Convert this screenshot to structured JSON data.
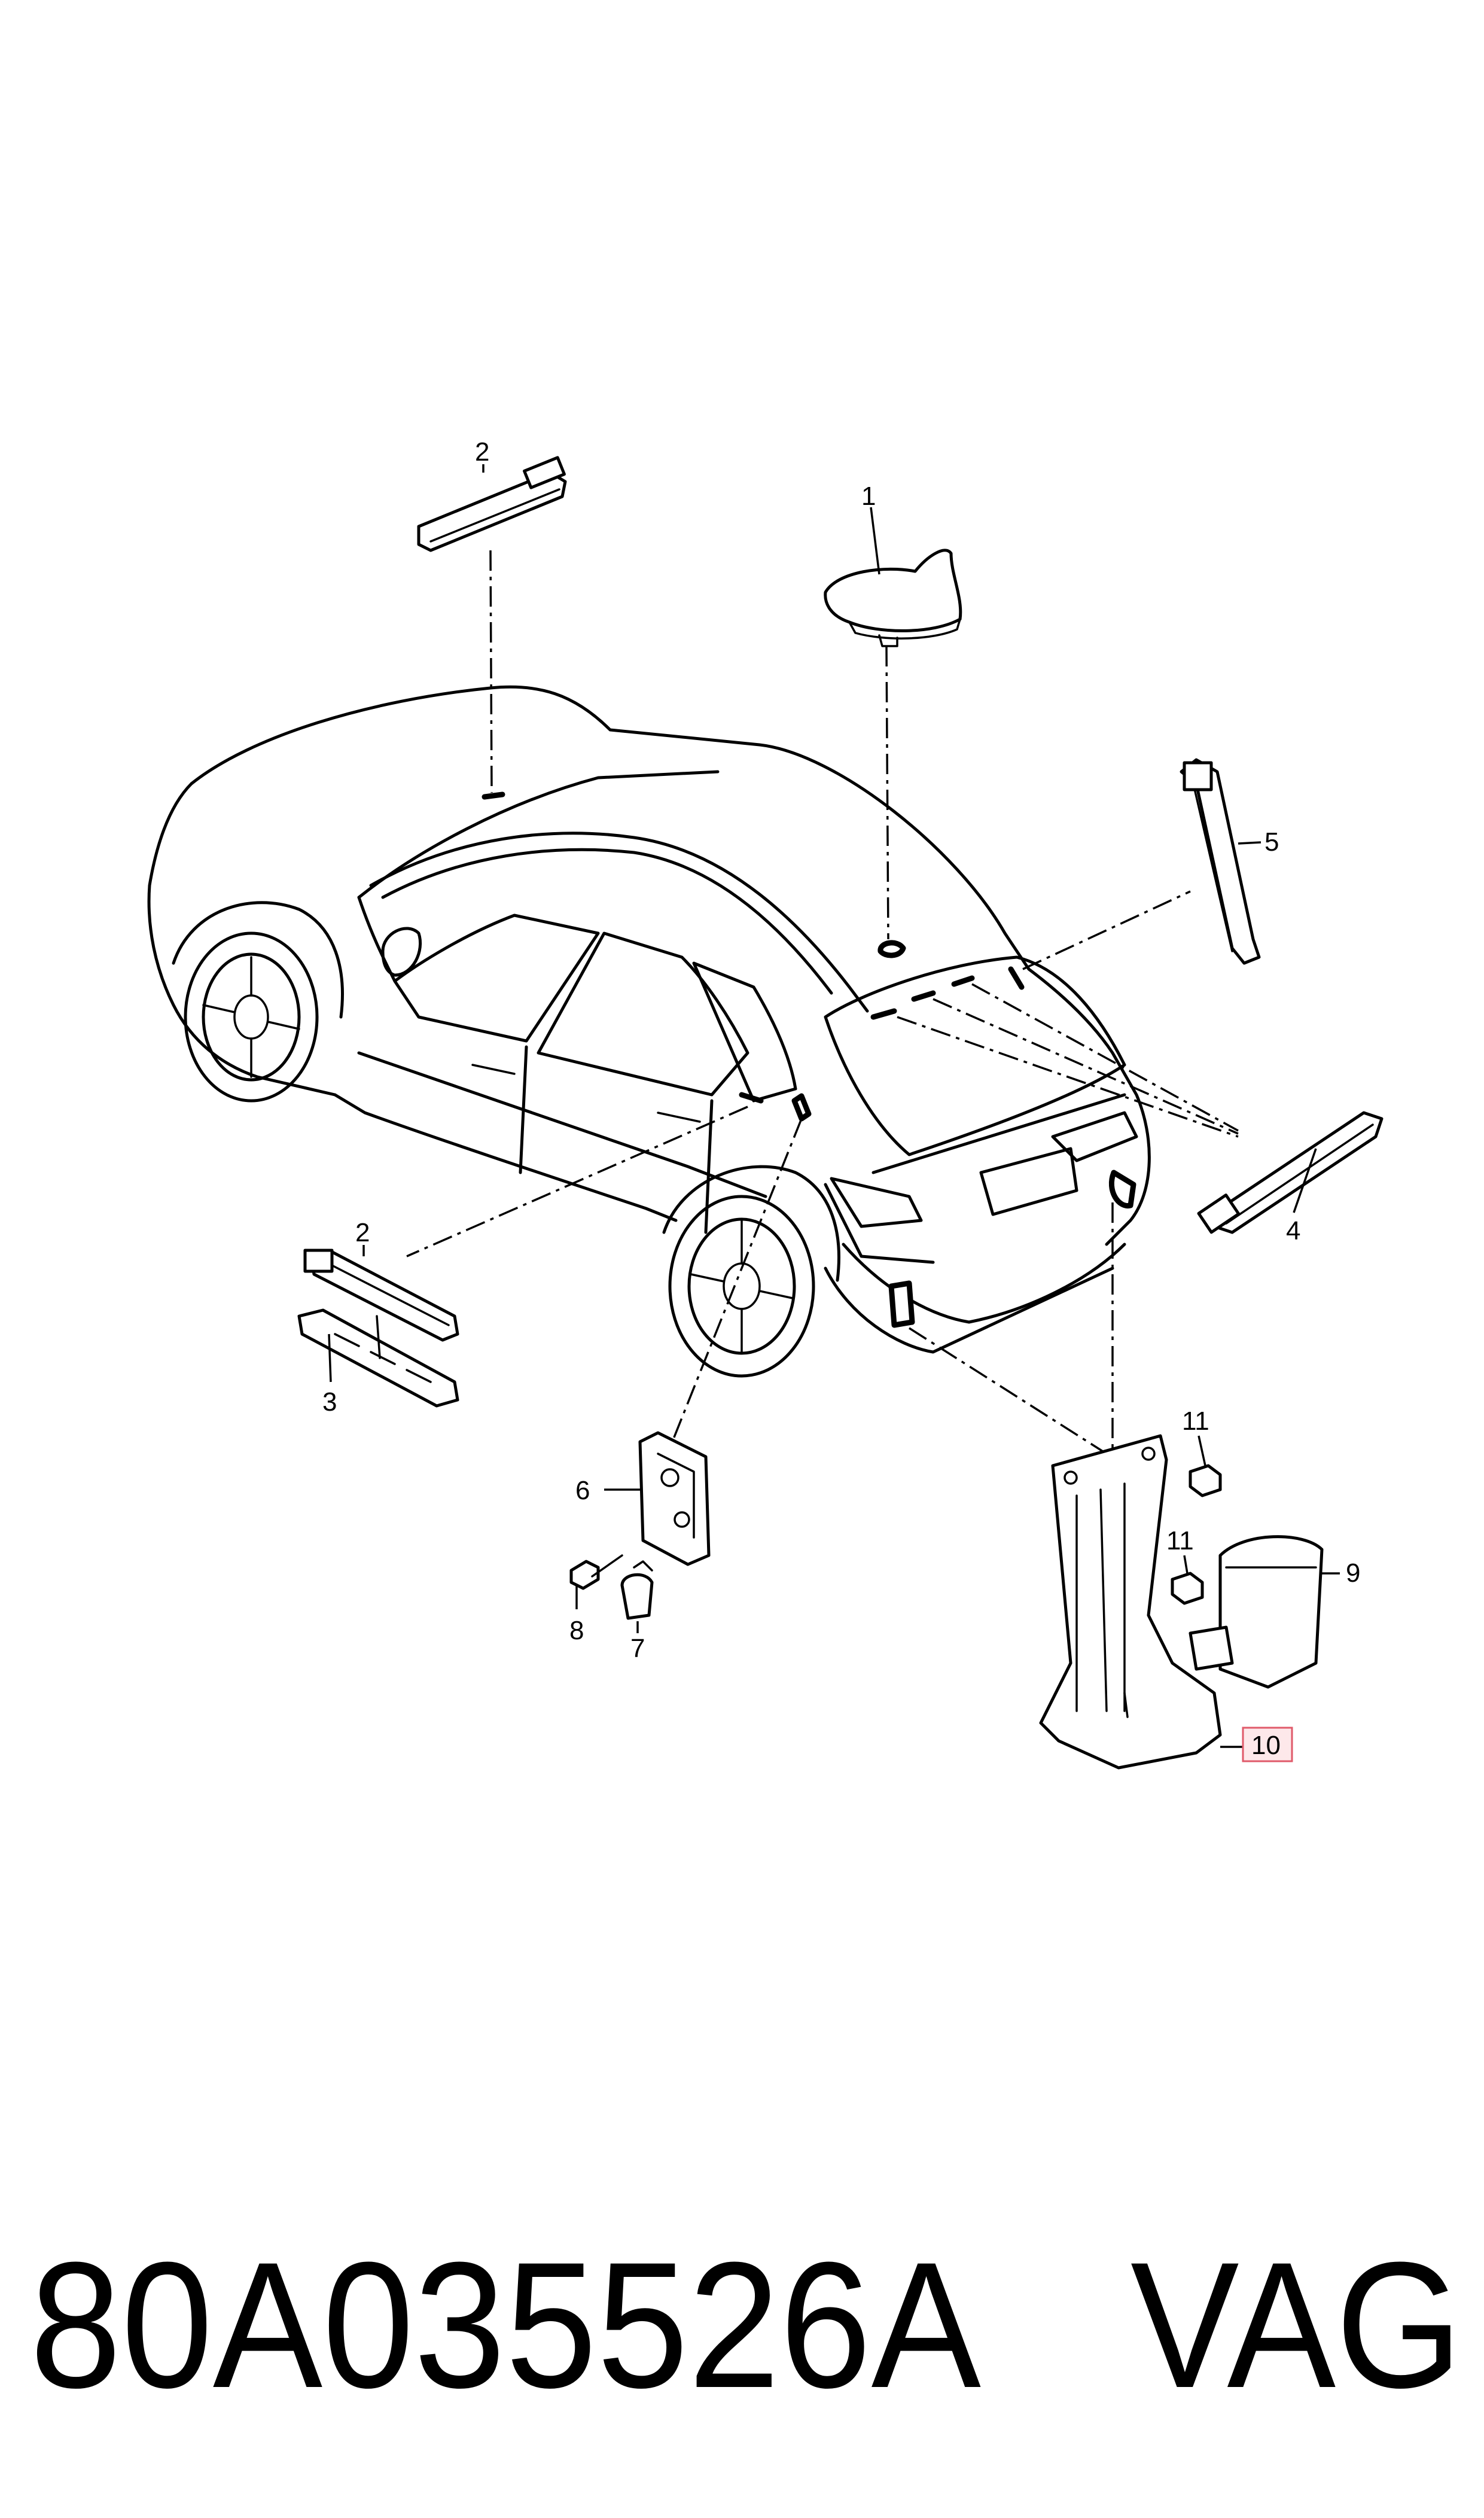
{
  "diagram": {
    "callouts": [
      {
        "id": "1",
        "label": "1"
      },
      {
        "id": "2a",
        "label": "2"
      },
      {
        "id": "2b",
        "label": "2"
      },
      {
        "id": "3",
        "label": "3"
      },
      {
        "id": "4",
        "label": "4"
      },
      {
        "id": "5",
        "label": "5"
      },
      {
        "id": "6",
        "label": "6"
      },
      {
        "id": "7",
        "label": "7"
      },
      {
        "id": "8",
        "label": "8"
      },
      {
        "id": "9",
        "label": "9"
      },
      {
        "id": "10",
        "label": "10",
        "highlighted": true
      },
      {
        "id": "11a",
        "label": "11"
      },
      {
        "id": "11b",
        "label": "11"
      }
    ],
    "highlight_color": "#e05a6a",
    "highlight_fill": "#fde8ea"
  },
  "footer": {
    "part_number": "80A035526A",
    "brand": "VAG"
  }
}
